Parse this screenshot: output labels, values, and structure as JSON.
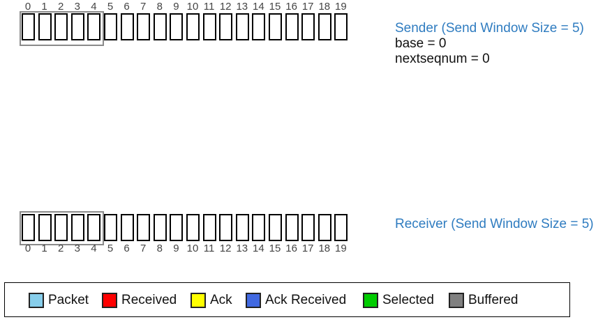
{
  "packet_count": 20,
  "window_size": 5,
  "indices": [
    "0",
    "1",
    "2",
    "3",
    "4",
    "5",
    "6",
    "7",
    "8",
    "9",
    "10",
    "11",
    "12",
    "13",
    "14",
    "15",
    "16",
    "17",
    "18",
    "19"
  ],
  "sender": {
    "title": "Sender (Send Window Size = 5)",
    "base": "base = 0",
    "nextseqnum": "nextseqnum = 0"
  },
  "receiver": {
    "title": "Receiver (Send Window Size = 5)"
  },
  "colors": {
    "title": "#2f7cc0",
    "packet": "#87ceeb",
    "received": "#ff0000",
    "ack": "#ffff00",
    "ack_received": "#4169e1",
    "selected": "#00cc00",
    "buffered": "#808080"
  },
  "legend": [
    {
      "label": "Packet",
      "color": "#87ceeb"
    },
    {
      "label": "Received",
      "color": "#ff0000"
    },
    {
      "label": "Ack",
      "color": "#ffff00"
    },
    {
      "label": "Ack Received",
      "color": "#4169e1"
    },
    {
      "label": "Selected",
      "color": "#00cc00"
    },
    {
      "label": "Buffered",
      "color": "#808080"
    }
  ]
}
